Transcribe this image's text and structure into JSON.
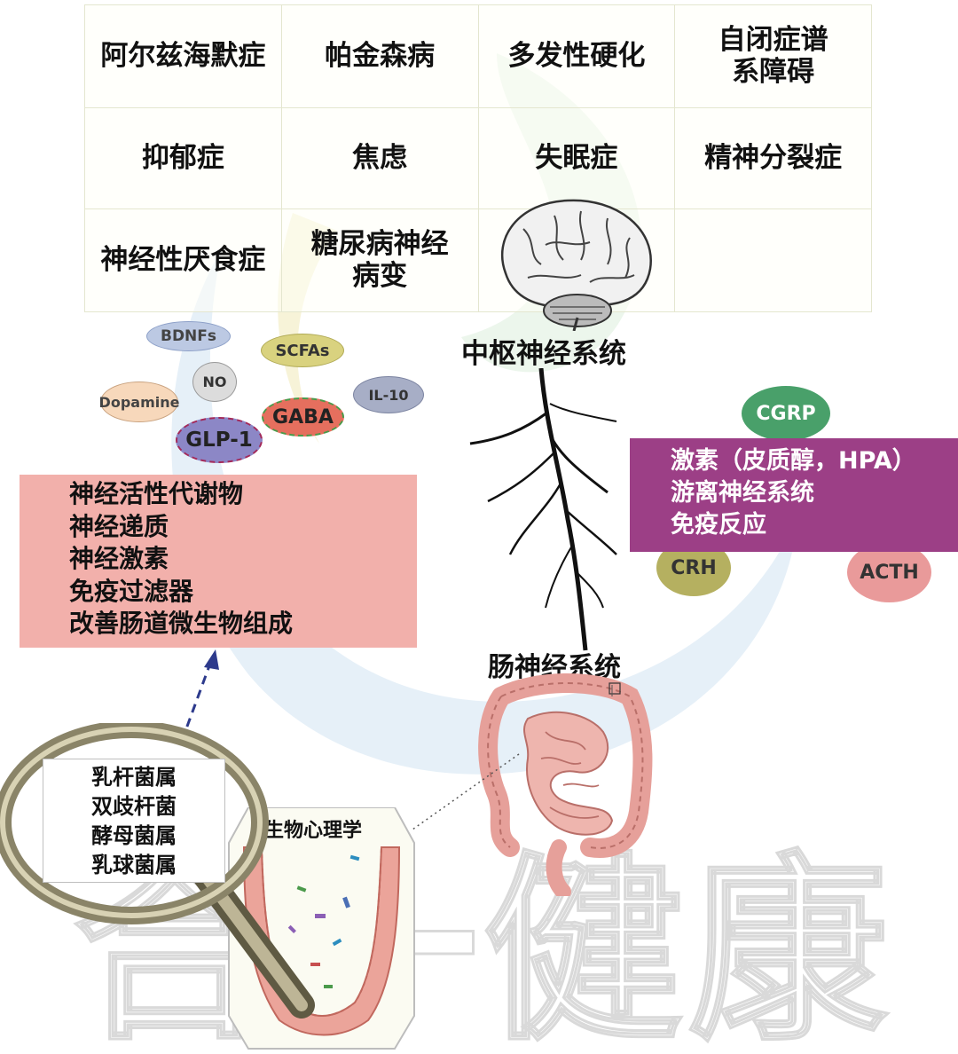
{
  "diseases": [
    [
      "阿尔兹海默症",
      "帕金森病",
      "多发性硬化",
      "自闭症谱\n系障碍"
    ],
    [
      "抑郁症",
      "焦虑",
      "失眠症",
      "精神分裂症"
    ],
    [
      "神经性厌食症",
      "糖尿病神经\n病变",
      "",
      ""
    ]
  ],
  "labels": {
    "cns": "中枢神经系统",
    "ens": "肠神经系统",
    "biopsych": "生物心理学"
  },
  "molecules": {
    "bdnf": "BDNFs",
    "scfa": "SCFAs",
    "no": "NO",
    "dopamine": "Dopamine",
    "il10": "IL-10",
    "gaba": "GABA",
    "glp1": "GLP-1",
    "cgrp": "CGRP",
    "crh": "CRH",
    "acth": "ACTH"
  },
  "gut_effects": [
    "神经活性代谢物",
    "神经递质",
    "神经激素",
    "免疫过滤器",
    "改善肠道微生物组成"
  ],
  "brain_effects": [
    "激素（皮质醇，HPA）",
    "游离神经系统",
    "免疫反应"
  ],
  "probiotics": [
    "乳杆菌属",
    "双歧杆菌",
    "酵母菌属",
    "乳球菌属"
  ],
  "watermark": "合一健康",
  "colors": {
    "pink_box": "#f2b0ab",
    "purple_box": "#9c3f86",
    "cgrp": "#49a06a",
    "crh": "#b5b060",
    "acth": "#e99a9a",
    "gaba": "#e56f5e",
    "glp1": "#8c87c6",
    "arrow": "#2d3a8c"
  }
}
